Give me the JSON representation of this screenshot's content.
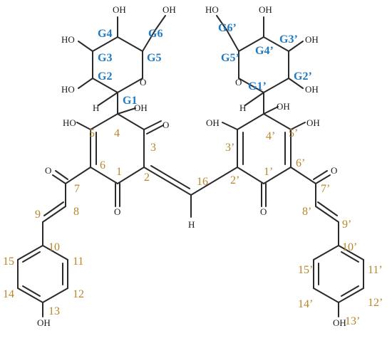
{
  "colors": {
    "bond": "#2a2a2a",
    "atom_label": "#1a1a1a",
    "aglycone_number": "#b8862b",
    "glucose_label": "#1f7ac4",
    "background": "#ffffff"
  },
  "atoms": {
    "oh": "OH",
    "ho": "HO",
    "o": "O",
    "h": "H"
  },
  "left_unit": {
    "glucose": {
      "g1": "G1",
      "g2": "G2",
      "g3": "G3",
      "g4": "G4",
      "g5": "G5",
      "g6": "G6"
    },
    "carbons": {
      "c1": "1",
      "c2": "2",
      "c3": "3",
      "c4": "4",
      "c5": "5",
      "c6": "6",
      "c7": "7",
      "c8": "8",
      "c9": "9",
      "c10": "10",
      "c11": "11",
      "c12": "12",
      "c13": "13",
      "c14": "14",
      "c15": "15"
    }
  },
  "bridge": {
    "c16": "16"
  },
  "right_unit": {
    "glucose": {
      "g1": "G1’",
      "g2": "G2’",
      "g3": "G3’",
      "g4": "G4’",
      "g5": "G5’",
      "g6": "G6’"
    },
    "carbons": {
      "c1": "1’",
      "c2": "2’",
      "c3": "3’",
      "c4": "4’",
      "c5": "5’",
      "c6": "6’",
      "c7": "7’",
      "c8": "8’",
      "c9": "9’",
      "c10": "10’",
      "c11": "11’",
      "c12": "12’",
      "c13": "13’",
      "c14": "14’",
      "c15": "15’"
    }
  }
}
